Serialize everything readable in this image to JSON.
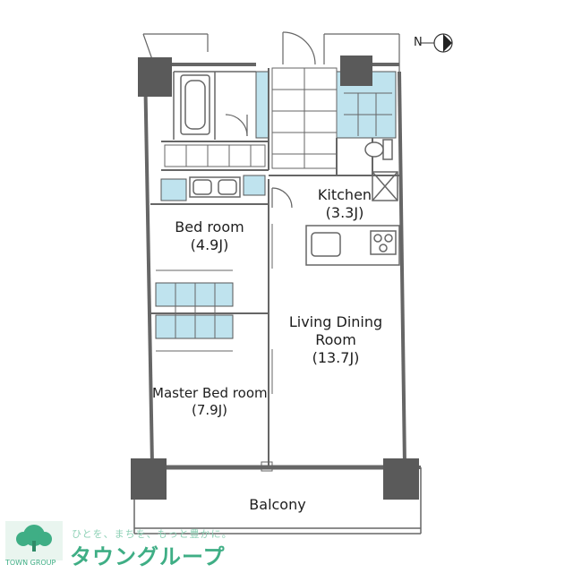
{
  "compass": {
    "label": "N",
    "icon": "north-arrow-icon"
  },
  "rooms": {
    "kitchen": {
      "name": "Kitchen",
      "size": "(3.3J)"
    },
    "bedroom": {
      "name": "Bed room",
      "size": "(4.9J)"
    },
    "living": {
      "name_line1": "Living Dining",
      "name_line2": "Room",
      "size": "(13.7J)"
    },
    "master": {
      "name": "Master Bed room",
      "size": "(7.9J)"
    },
    "balcony": {
      "name": "Balcony"
    }
  },
  "brand": {
    "tagline": "ひとを、まちを、もっと豊かに。",
    "name": "タウングループ",
    "sub": "TOWN GROUP",
    "icon": "tree-logo-icon"
  },
  "colors": {
    "wall": "#666666",
    "pillar": "#5a5a5a",
    "fixture_blue": "#b8e0ec",
    "brand_green": "#3fae85"
  }
}
